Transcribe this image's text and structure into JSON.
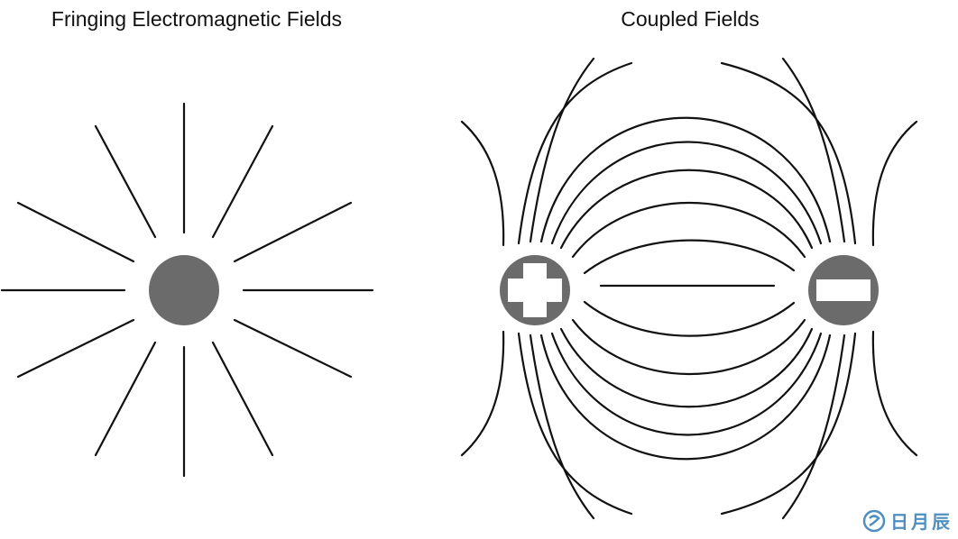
{
  "titles": {
    "left": "Fringing Electromagnetic Fields",
    "right": "Coupled Fields"
  },
  "colors": {
    "line": "#111111",
    "charge": "#6b6b6b",
    "symbol": "#ffffff",
    "watermark": "#4f8fbf"
  },
  "watermark": {
    "text": "日月辰",
    "icon": "circle-logo-icon"
  }
}
